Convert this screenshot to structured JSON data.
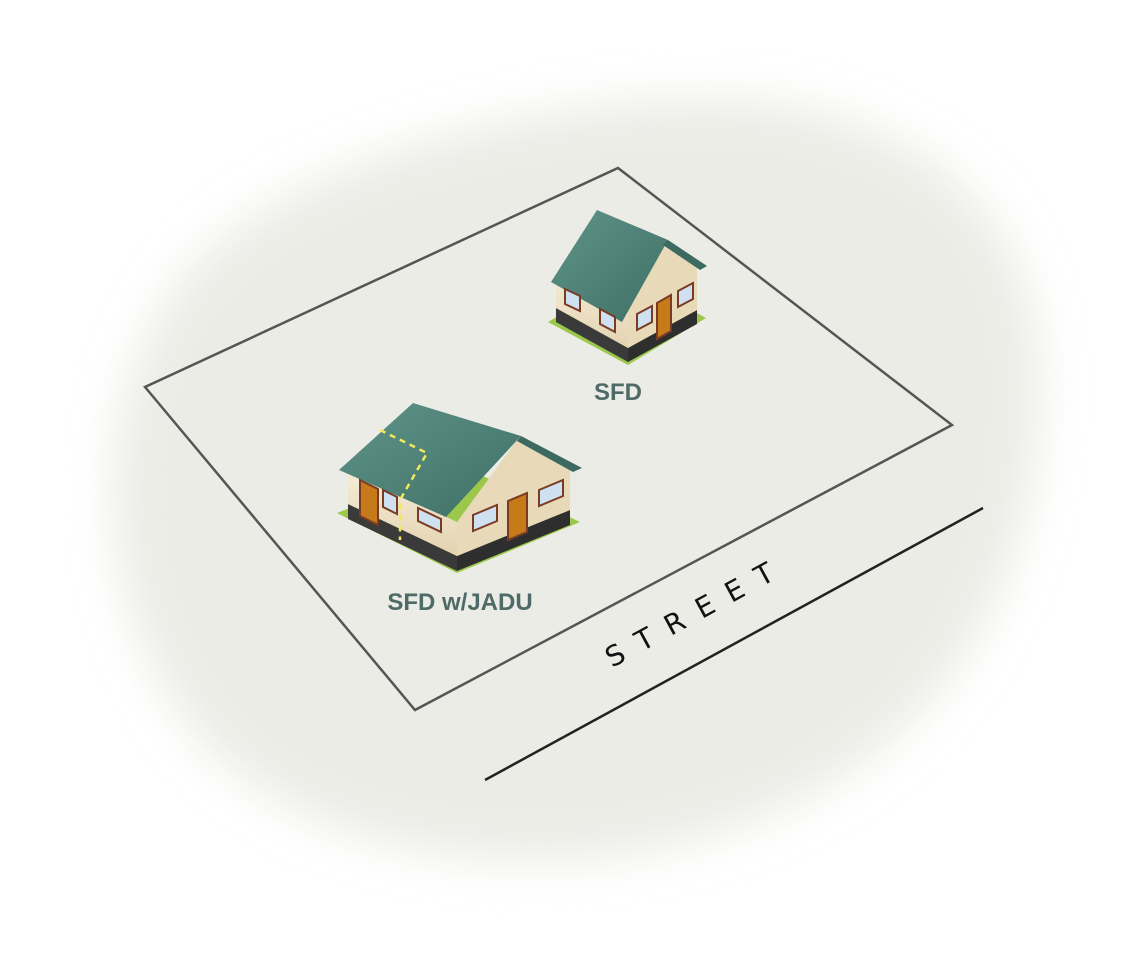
{
  "labels": {
    "house_sfd": "SFD",
    "house_sfd_jadu": "SFD w/JADU",
    "street": "STREET"
  },
  "colors": {
    "background_blob": "#ecece7",
    "roof": "#4f847a",
    "roof_dark": "#3c6a61",
    "wall_front": "#efe3c8",
    "wall_side": "#dccca9",
    "foundation": "#3a3a3a",
    "lawn": "#9bc84b",
    "door": "#c77a1a",
    "window": "#cfe1f0",
    "window_frame": "#7a3b24",
    "jadu_boundary": "#f3e85a",
    "label": "#4f6b67",
    "lot_line": "#555555",
    "street_line": "#222222"
  },
  "icons": {
    "sfd": "house-icon",
    "sfd_jadu": "house-with-jadu-icon"
  }
}
